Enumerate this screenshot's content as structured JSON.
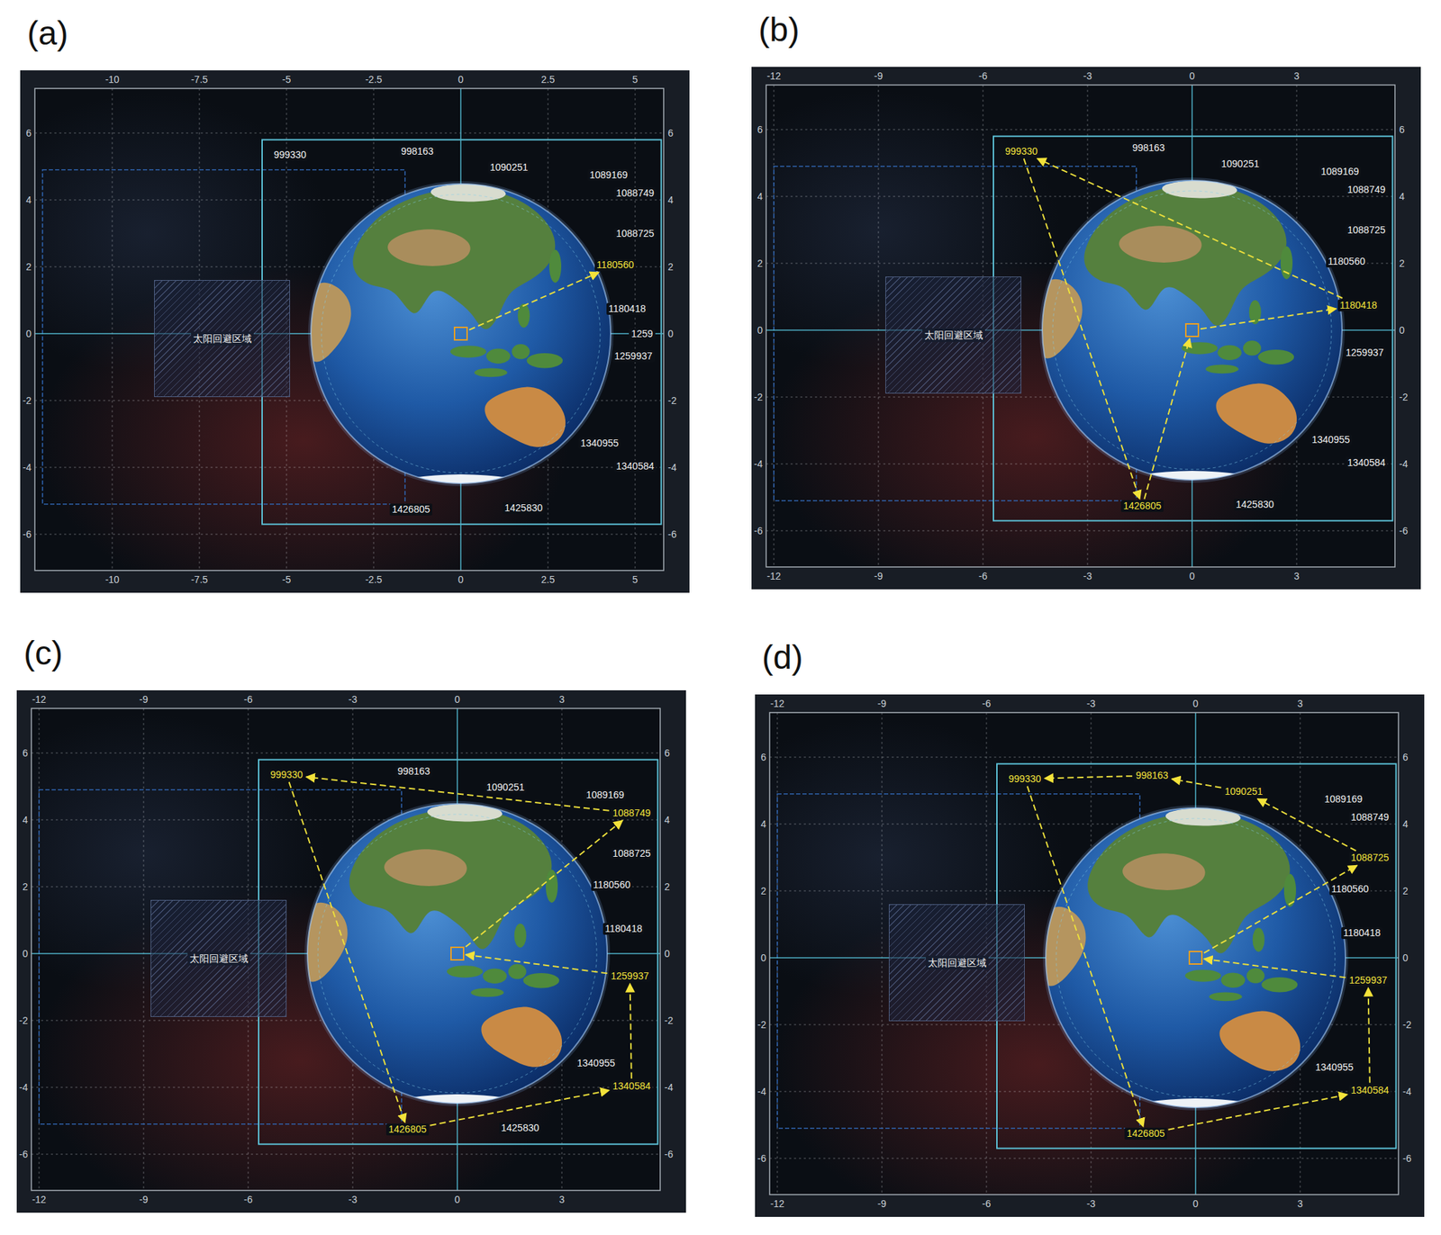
{
  "diagram": {
    "nodes": [
      {
        "text": [
          "(a)"
        ]
      },
      {
        "text": [
          "太阳回避区域"
        ],
        "in": 0
      },
      {
        "text": [],
        "in": 0
      },
      {
        "text": [
          "999330"
        ],
        "in": 0
      },
      {
        "text": [
          "998163"
        ],
        "in": 0
      },
      {
        "text": [
          "1090251"
        ],
        "in": 0
      },
      {
        "text": [
          "1089169"
        ],
        "in": 0
      },
      {
        "text": [
          "1088749"
        ],
        "in": 0
      },
      {
        "text": [
          "1088725"
        ],
        "in": 0
      },
      {
        "text": [
          "1180560"
        ],
        "in": 0
      },
      {
        "text": [
          "1180418"
        ],
        "in": 0
      },
      {
        "text": [
          "1259"
        ],
        "in": 0
      },
      {
        "text": [
          "1259937"
        ],
        "in": 0
      },
      {
        "text": [
          "1340955"
        ],
        "in": 0
      },
      {
        "text": [
          "1340584"
        ],
        "in": 0
      },
      {
        "text": [
          "1426805"
        ],
        "in": 0
      },
      {
        "text": [
          "1425830"
        ],
        "in": 0
      },
      {
        "text": [
          "(b)"
        ]
      },
      {
        "text": [
          "太阳回避区域"
        ],
        "in": 17
      },
      {
        "text": [],
        "in": 17
      },
      {
        "text": [
          "999330"
        ],
        "in": 17
      },
      {
        "text": [
          "998163"
        ],
        "in": 17
      },
      {
        "text": [
          "1090251"
        ],
        "in": 17
      },
      {
        "text": [
          "1089169"
        ],
        "in": 17
      },
      {
        "text": [
          "1088749"
        ],
        "in": 17
      },
      {
        "text": [
          "1088725"
        ],
        "in": 17
      },
      {
        "text": [
          "1180560"
        ],
        "in": 17
      },
      {
        "text": [
          "1180418"
        ],
        "in": 17
      },
      {
        "text": [
          "1259937"
        ],
        "in": 17
      },
      {
        "text": [
          "1340955"
        ],
        "in": 17
      },
      {
        "text": [
          "1340584"
        ],
        "in": 17
      },
      {
        "text": [
          "1426805"
        ],
        "in": 17
      },
      {
        "text": [
          "1425830"
        ],
        "in": 17
      },
      {
        "text": [
          "(c)"
        ]
      },
      {
        "text": [
          "太阳回避区域"
        ],
        "in": 33
      },
      {
        "text": [],
        "in": 33
      },
      {
        "text": [
          "999330"
        ],
        "in": 33
      },
      {
        "text": [
          "998163"
        ],
        "in": 33
      },
      {
        "text": [
          "1090251"
        ],
        "in": 33
      },
      {
        "text": [
          "1089169"
        ],
        "in": 33
      },
      {
        "text": [
          "1088749"
        ],
        "in": 33
      },
      {
        "text": [
          "1088725"
        ],
        "in": 33
      },
      {
        "text": [
          "1180560"
        ],
        "in": 33
      },
      {
        "text": [
          "1180418"
        ],
        "in": 33
      },
      {
        "text": [
          "1259937"
        ],
        "in": 33
      },
      {
        "text": [
          "1340955"
        ],
        "in": 33
      },
      {
        "text": [
          "1340584"
        ],
        "in": 33
      },
      {
        "text": [
          "1426805"
        ],
        "in": 33
      },
      {
        "text": [
          "1425830"
        ],
        "in": 33
      },
      {
        "text": [
          "(d)"
        ]
      },
      {
        "text": [
          "太阳回避区域"
        ],
        "in": 49
      },
      {
        "text": [],
        "in": 49
      },
      {
        "text": [
          "999330"
        ],
        "in": 49
      },
      {
        "text": [
          "998163"
        ],
        "in": 49
      },
      {
        "text": [
          "1090251"
        ],
        "in": 49
      },
      {
        "text": [
          "1089169"
        ],
        "in": 49
      },
      {
        "text": [
          "1088749"
        ],
        "in": 49
      },
      {
        "text": [
          "1088725"
        ],
        "in": 49
      },
      {
        "text": [
          "1180560"
        ],
        "in": 49
      },
      {
        "text": [
          "1180418"
        ],
        "in": 49
      },
      {
        "text": [
          "1259937"
        ],
        "in": 49
      },
      {
        "text": [
          "1340955"
        ],
        "in": 49
      },
      {
        "text": [
          "1340584"
        ],
        "in": 49
      },
      {
        "text": [
          "1426805"
        ],
        "in": 49
      }
    ],
    "edges": [
      {
        "from": 2,
        "to": 9,
        "arrow": "to"
      },
      {
        "from": 19,
        "to": 27,
        "arrow": "to"
      },
      {
        "from": 27,
        "to": 20,
        "arrow": "to"
      },
      {
        "from": 20,
        "to": 31,
        "arrow": "to"
      },
      {
        "from": 31,
        "to": 19,
        "arrow": "to"
      },
      {
        "from": 35,
        "to": 40,
        "arrow": "to"
      },
      {
        "from": 40,
        "to": 36,
        "arrow": "to"
      },
      {
        "from": 36,
        "to": 47,
        "arrow": "to"
      },
      {
        "from": 47,
        "to": 46,
        "arrow": "to"
      },
      {
        "from": 46,
        "to": 44,
        "arrow": "to"
      },
      {
        "from": 44,
        "to": 35,
        "arrow": "to"
      },
      {
        "from": 51,
        "to": 57,
        "arrow": "to"
      },
      {
        "from": 57,
        "to": 54,
        "arrow": "to"
      },
      {
        "from": 54,
        "to": 53,
        "arrow": "to"
      },
      {
        "from": 53,
        "to": 52,
        "arrow": "to"
      },
      {
        "from": 52,
        "to": 63,
        "arrow": "to"
      },
      {
        "from": 63,
        "to": 62,
        "arrow": "to"
      },
      {
        "from": 62,
        "to": 60,
        "arrow": "to"
      },
      {
        "from": 60,
        "to": 51,
        "arrow": "to"
      }
    ],
    "labels": [
      "-10",
      "-7.5",
      "-5",
      "-2.5",
      "0",
      "2.5",
      "5",
      "6",
      "4",
      "2",
      "0",
      "-2",
      "-4",
      "-6",
      "6",
      "4",
      "2",
      "0",
      "-2",
      "-4",
      "-6",
      "-10",
      "-7.5",
      "-5",
      "-2.5",
      "0",
      "2.5",
      "5",
      "-12",
      "-9",
      "-6",
      "-3",
      "0",
      "3",
      "6",
      "4",
      "2",
      "0",
      "-2",
      "-4",
      "-6",
      "6",
      "4",
      "2",
      "0",
      "-2",
      "-4",
      "-6",
      "-12",
      "-9",
      "-6",
      "-3",
      "0",
      "3",
      "-12",
      "-9",
      "-6",
      "-3",
      "0",
      "3",
      "6",
      "4",
      "2",
      "0",
      "-2",
      "-4",
      "-6",
      "6",
      "4",
      "2",
      "0",
      "-2",
      "-4",
      "-6",
      "-12",
      "-9",
      "-6",
      "-3",
      "0",
      "3",
      "-12",
      "-9",
      "-6",
      "-3",
      "0",
      "3",
      "6",
      "4",
      "2",
      "0",
      "-2",
      "-4",
      "-6",
      "6",
      "4",
      "2",
      "0",
      "-2",
      "-4",
      "-6",
      "-12",
      "-9",
      "-6",
      "-3",
      "0",
      "3"
    ]
  }
}
